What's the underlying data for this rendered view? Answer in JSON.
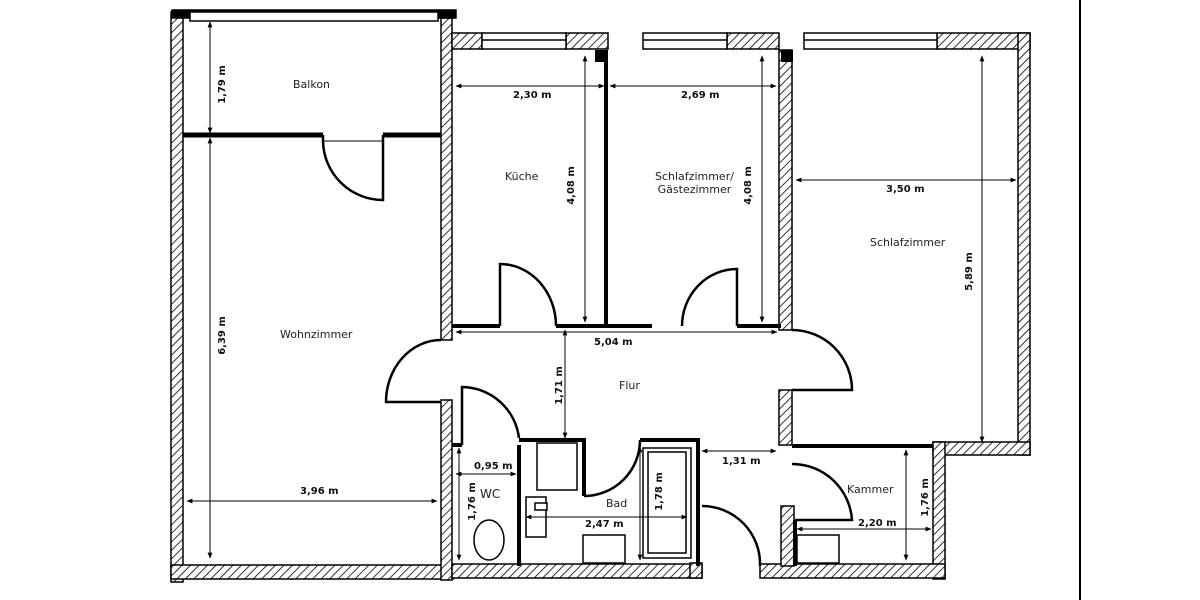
{
  "plan": {
    "type": "floor-plan",
    "rooms": [
      {
        "id": "balkon",
        "label": "Balkon"
      },
      {
        "id": "kueche",
        "label": "Küche"
      },
      {
        "id": "gaestezimmer",
        "label": "Schlafzimmer/\nGästezimmer",
        "label_line1": "Schlafzimmer/",
        "label_line2": "Gästezimmer"
      },
      {
        "id": "schlafzimmer",
        "label": "Schlafzimmer"
      },
      {
        "id": "wohnzimmer",
        "label": "Wohnzimmer"
      },
      {
        "id": "flur",
        "label": "Flur"
      },
      {
        "id": "wc",
        "label": "WC"
      },
      {
        "id": "bad",
        "label": "Bad"
      },
      {
        "id": "kammer",
        "label": "Kammer"
      }
    ],
    "dimensions": {
      "balkon_depth": "1,79 m",
      "kueche_width": "2,30 m",
      "kueche_depth": "4,08 m",
      "gaeste_width": "2,69 m",
      "gaeste_depth": "4,08 m",
      "schlaf_width": "3,50 m",
      "schlaf_depth": "5,89 m",
      "wohn_depth": "6,39 m",
      "wohn_width": "3,96 m",
      "flur_length": "5,04 m",
      "flur_width": "1,71 m",
      "wc_width": "0,95 m",
      "wc_depth": "1,76 m",
      "bad_width": "2,47 m",
      "bad_depth": "1,78 m",
      "passage_width": "1,31 m",
      "kammer_depth": "1,76 m",
      "kammer_width": "2,20 m"
    }
  }
}
